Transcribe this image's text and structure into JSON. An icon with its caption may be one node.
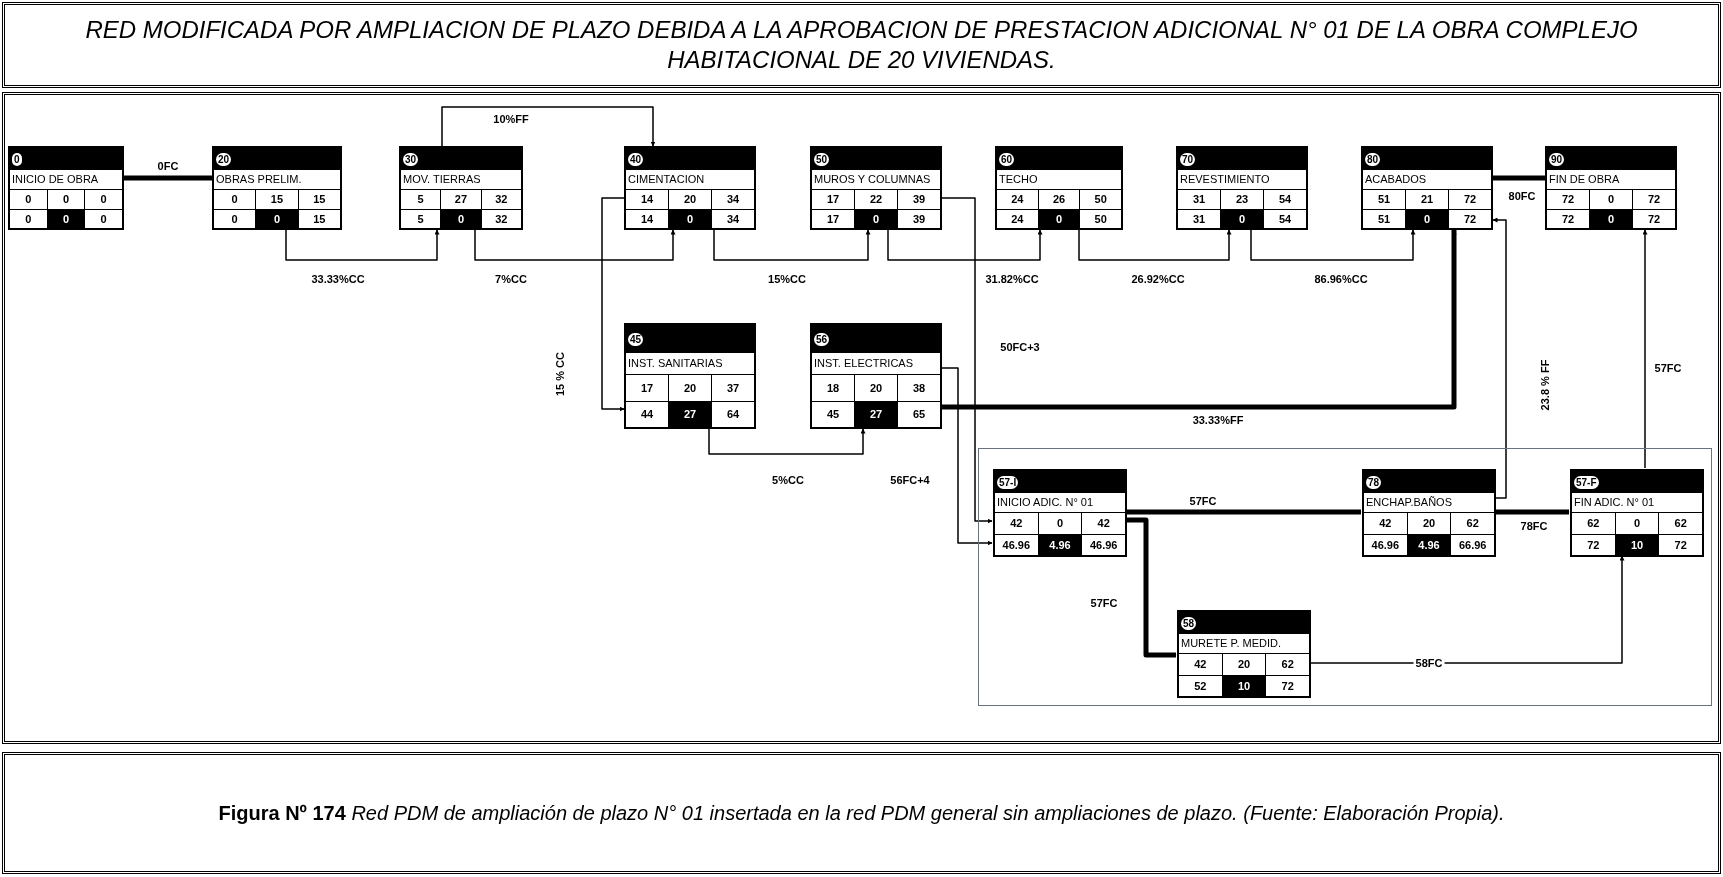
{
  "diagram": {
    "title": "RED MODIFICADA POR AMPLIACION DE PLAZO DEBIDA A LA APROBACION DE PRESTACION ADICIONAL N° 01 DE LA OBRA COMPLEJO HABITACIONAL DE 20 VIVIENDAS.",
    "caption": "**Figura Nº 174** *Red PDM de ampliación de plazo N° 01 insertada en la red PDM general sin ampliaciones de plazo. (Fuente: Elaboración Propia).*",
    "nodes": [
      {
        "text": [
          "0",
          "INICIO DE OBRA",
          "0",
          "0",
          "0",
          "0",
          "0",
          "0"
        ]
      },
      {
        "text": [
          "20",
          "OBRAS PRELIM.",
          "0",
          "15",
          "15",
          "0",
          "0",
          "15"
        ]
      },
      {
        "text": [
          "30",
          "MOV. TIERRAS",
          "5",
          "27",
          "32",
          "5",
          "0",
          "32"
        ]
      },
      {
        "text": [
          "40",
          "CIMENTACION",
          "14",
          "20",
          "34",
          "14",
          "0",
          "34"
        ]
      },
      {
        "text": [
          "50",
          "MUROS Y COLUMNAS",
          "17",
          "22",
          "39",
          "17",
          "0",
          "39"
        ]
      },
      {
        "text": [
          "60",
          "TECHO",
          "24",
          "26",
          "50",
          "24",
          "0",
          "50"
        ]
      },
      {
        "text": [
          "70",
          "REVESTIMIENTO",
          "31",
          "23",
          "54",
          "31",
          "0",
          "54"
        ]
      },
      {
        "text": [
          "80",
          "ACABADOS",
          "51",
          "21",
          "72",
          "51",
          "0",
          "72"
        ]
      },
      {
        "text": [
          "90",
          "FIN DE OBRA",
          "72",
          "0",
          "72",
          "72",
          "0",
          "72"
        ]
      },
      {
        "text": [
          "45",
          "INST. SANITARIAS",
          "17",
          "20",
          "37",
          "44",
          "27",
          "64"
        ]
      },
      {
        "text": [
          "56",
          "INST. ELECTRICAS",
          "18",
          "20",
          "38",
          "45",
          "27",
          "65"
        ]
      },
      {
        "text": [],
        "shape": "box"
      },
      {
        "text": [
          "57-I",
          "INICIO ADIC. N° 01",
          "42",
          "0",
          "42",
          "46.96",
          "4.96",
          "46.96"
        ],
        "in": 11
      },
      {
        "text": [
          "78",
          "ENCHAP.BAÑOS",
          "42",
          "20",
          "62",
          "46.96",
          "4.96",
          "66.96"
        ],
        "in": 11
      },
      {
        "text": [
          "57-F",
          "FIN ADIC. N° 01",
          "62",
          "0",
          "62",
          "72",
          "10",
          "72"
        ],
        "in": 11
      },
      {
        "text": [
          "58",
          "MURETE P. MEDID.",
          "42",
          "20",
          "62",
          "52",
          "10",
          "72"
        ],
        "in": 11
      }
    ],
    "edges": [
      {
        "from": 0,
        "to": 1,
        "arrow": "to",
        "label": "0FC",
        "style": "thick"
      },
      {
        "from": 1,
        "to": 2,
        "arrow": "to",
        "label": "33.33%CC"
      },
      {
        "from": 2,
        "to": 3,
        "arrow": "to",
        "label": "10%FF"
      },
      {
        "from": 2,
        "to": 3,
        "arrow": "to",
        "label": "7%CC"
      },
      {
        "from": 3,
        "to": 4,
        "arrow": "to",
        "label": "15%CC"
      },
      {
        "from": 4,
        "to": 5,
        "arrow": "to",
        "label": "31.82%CC"
      },
      {
        "from": 5,
        "to": 6,
        "arrow": "to",
        "label": "26.92%CC"
      },
      {
        "from": 6,
        "to": 7,
        "arrow": "to",
        "label": "86.96%CC"
      },
      {
        "from": 7,
        "to": 8,
        "arrow": "to",
        "label": "80FC",
        "style": "thick"
      },
      {
        "from": 3,
        "to": 9,
        "arrow": "to",
        "label": "15 % CC"
      },
      {
        "from": 9,
        "to": 10,
        "arrow": "to",
        "label": "5%CC"
      },
      {
        "from": 4,
        "to": 12,
        "arrow": "to",
        "label": "50FC+3"
      },
      {
        "from": 10,
        "to": 12,
        "arrow": "to",
        "label": "56FC+4"
      },
      {
        "from": 10,
        "to": 7,
        "arrow": "to",
        "label": "33.33%FF",
        "style": "thick"
      },
      {
        "from": 12,
        "to": 13,
        "arrow": "to",
        "label": "57FC",
        "style": "thick"
      },
      {
        "from": 12,
        "to": 15,
        "arrow": "to",
        "label": "57FC",
        "style": "thick"
      },
      {
        "from": 13,
        "to": 14,
        "arrow": "to",
        "label": "78FC",
        "style": "thick"
      },
      {
        "from": 13,
        "to": 7,
        "arrow": "to",
        "label": "23.8 % FF"
      },
      {
        "from": 14,
        "to": 8,
        "arrow": "to",
        "label": "57FC"
      },
      {
        "from": 15,
        "to": 14,
        "arrow": "to",
        "label": "58FC"
      }
    ]
  }
}
